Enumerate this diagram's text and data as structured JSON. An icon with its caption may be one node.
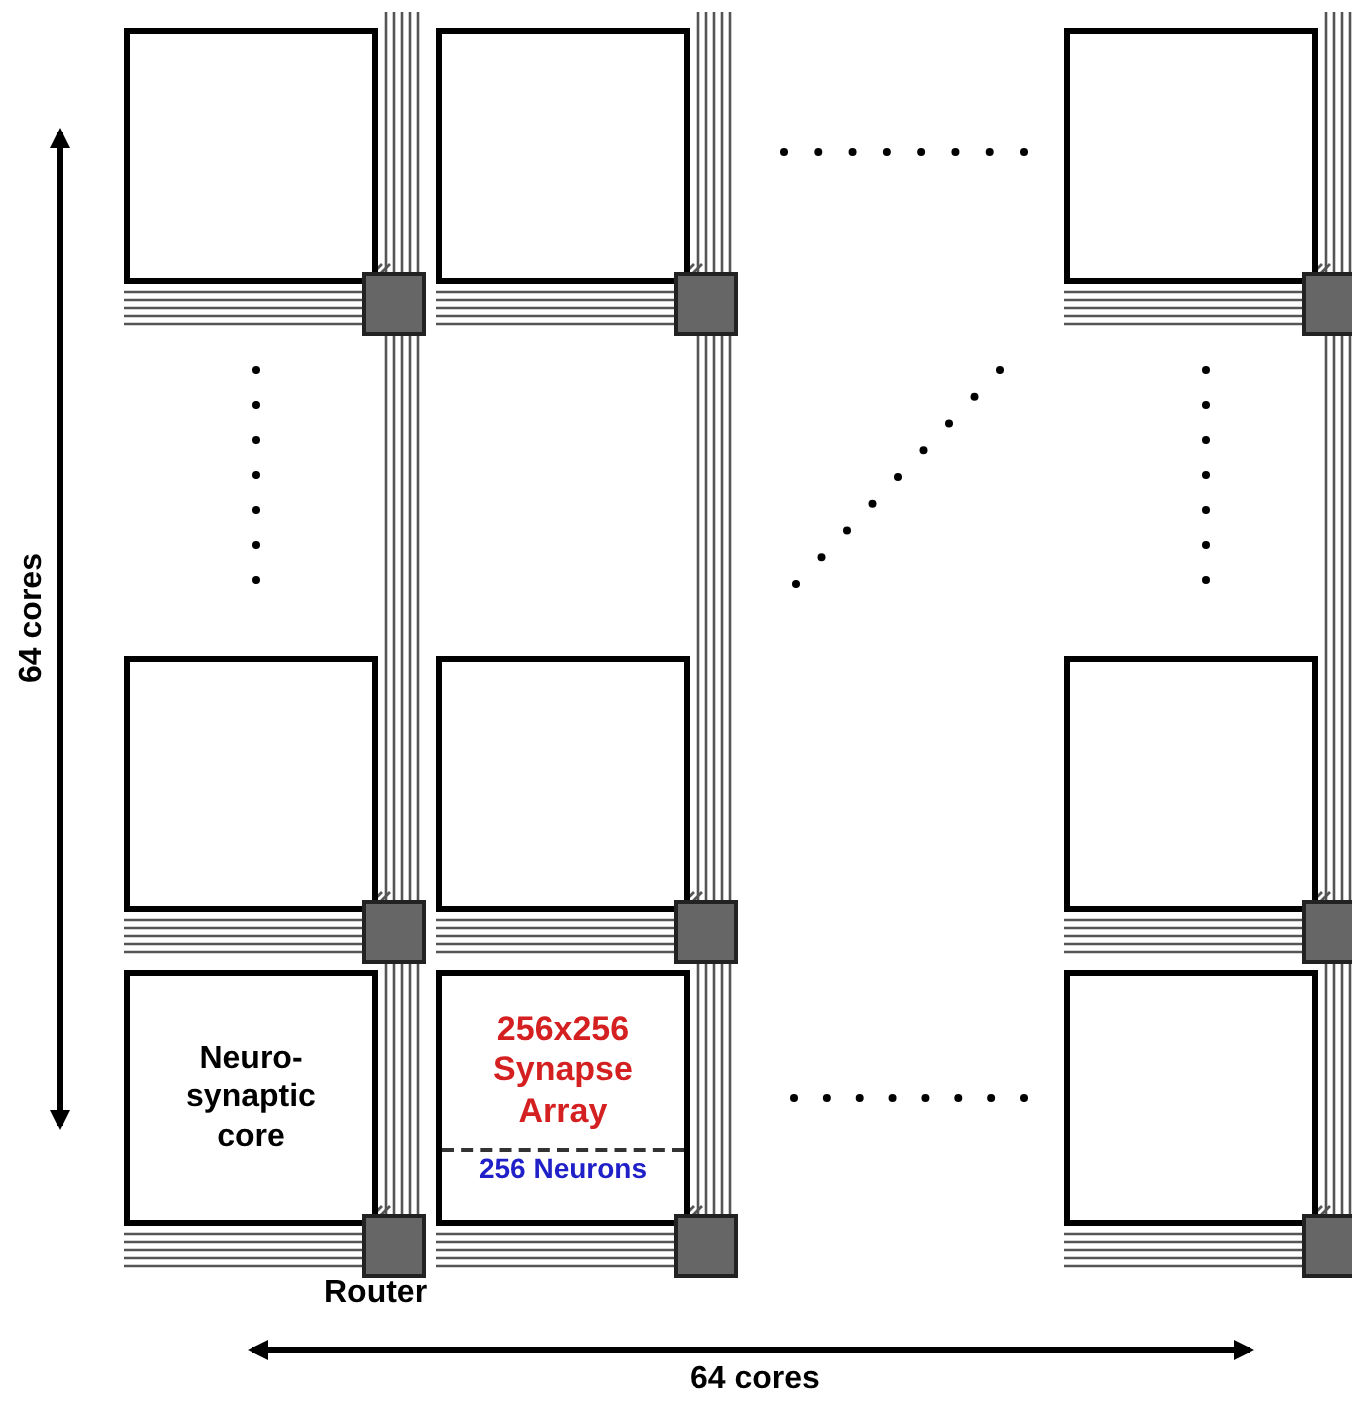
{
  "diagram": {
    "nodes": [
      {
        "text": [],
        "shape": "box"
      },
      {
        "text": [],
        "shape": "box"
      },
      {
        "text": [],
        "shape": "box"
      },
      {
        "text": [],
        "shape": "box"
      },
      {
        "text": [],
        "shape": "box"
      },
      {
        "text": [],
        "shape": "box"
      },
      {
        "text": [],
        "shape": "box"
      },
      {
        "text": [],
        "shape": "box"
      },
      {
        "text": [],
        "shape": "box"
      },
      {
        "text": [],
        "shape": "box"
      },
      {
        "text": [],
        "shape": "box"
      },
      {
        "text": [],
        "shape": "box"
      },
      {
        "text": [
          "Neuro-synaptic core"
        ]
      },
      {
        "text": [
          "256x256 Synapse Array",
          "256 Neurons"
        ]
      },
      {
        "text": [],
        "shape": "box"
      },
      {
        "text": [],
        "shape": "box"
      },
      {
        "text": [],
        "shape": "box"
      },
      {
        "text": [],
        "shape": "box"
      }
    ],
    "labels": [
      "64 cores",
      "Router",
      "64 cores"
    ]
  }
}
